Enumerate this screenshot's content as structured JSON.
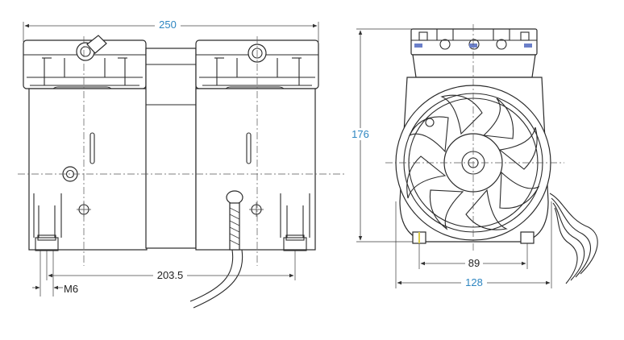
{
  "dimensions": {
    "overall_length": {
      "label": "250",
      "color": "#2e86c1"
    },
    "mount_spacing_length": {
      "label": "203.5",
      "color": "#222222"
    },
    "thread": {
      "label": "M6",
      "color": "#222222"
    },
    "height": {
      "label": "176",
      "color": "#2e86c1"
    },
    "mount_spacing_width": {
      "label": "89",
      "color": "#222222"
    },
    "overall_width": {
      "label": "128",
      "color": "#2e86c1"
    }
  }
}
